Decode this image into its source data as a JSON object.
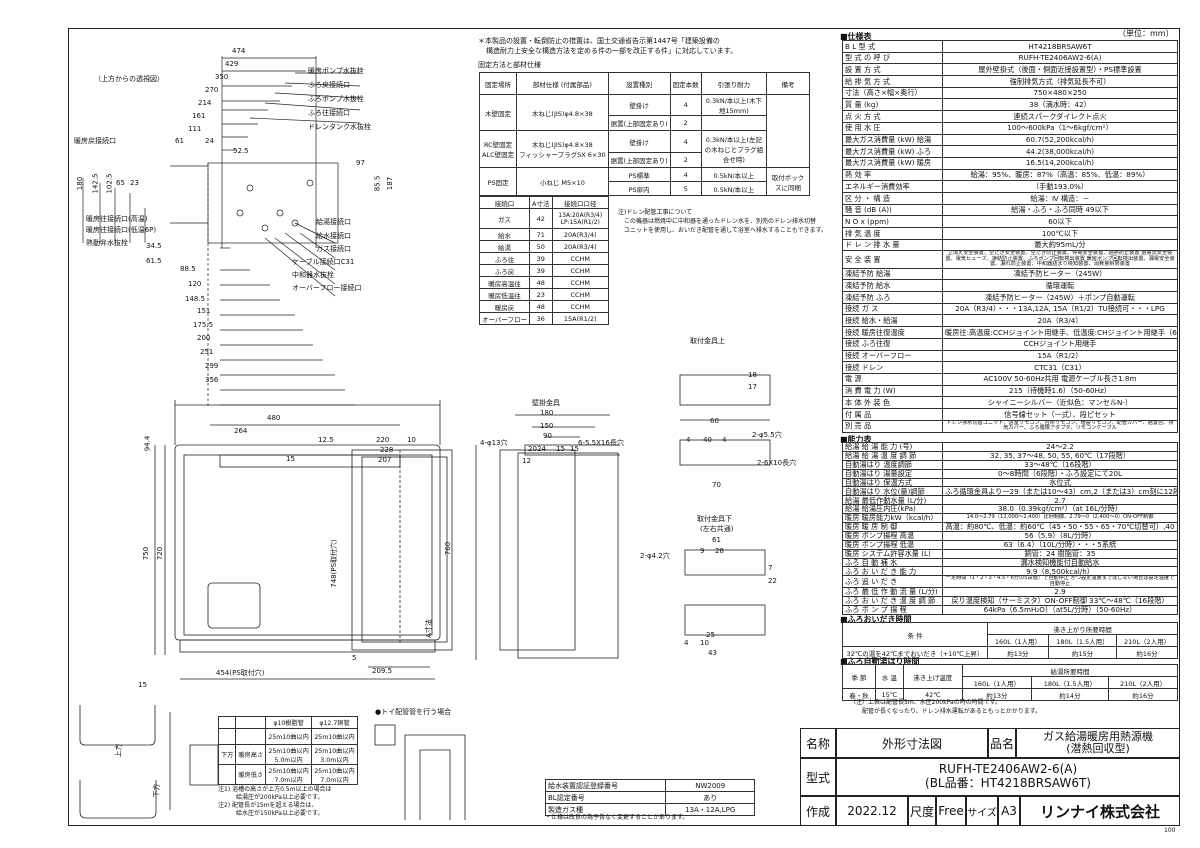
{
  "unit_note": "（単位：mm）",
  "top_notes": {
    "note1": "＊本製品の設置・転倒防止の措置は、国土交通省告示第1447号「建築設備の",
    "note2": "構造耐力上安全な構造方法を定める件の一部を改正する件」に対応しています。",
    "fixing_title": "固定方法と部材仕様"
  },
  "fixing_table": {
    "headers": [
      "固定場所",
      "部材仕様\n(付属部品)",
      "設置種別",
      "固定本数",
      "引張り耐力",
      "備考"
    ],
    "rows": [
      [
        "木壁固定",
        "木ねじ(JIS)φ4.8×38",
        "壁掛け",
        "4",
        "0.3kN/本以上(木下地15mm)",
        ""
      ],
      [
        "",
        "",
        "据置(上部固定あり)",
        "2",
        "",
        ""
      ],
      [
        "RC壁固定\nALC壁固定",
        "木ねじ(JIS)φ4.8×38\nフィッシャープラグSX 6×30",
        "壁掛け",
        "4",
        "0.3kN/本以上(左記の木ねじとプラグ組合せ時)",
        ""
      ],
      [
        "",
        "",
        "据置(上部固定あり)",
        "2",
        "",
        ""
      ],
      [
        "PS固定",
        "小ねじ M5×10",
        "PS標準",
        "4",
        "0.5kN/本以上",
        "取付ボックスに同梱"
      ],
      [
        "",
        "",
        "PS扉内",
        "5",
        "0.5kN/本以上",
        ""
      ]
    ]
  },
  "pipe_table": {
    "headers": [
      "接続口",
      "A寸法",
      "接続口口径"
    ],
    "rows": [
      [
        "ガス",
        "42",
        "13A:20A(R3/4) LP:15A(R1/2)"
      ],
      [
        "給水",
        "71",
        "20A(R3/4)"
      ],
      [
        "給湯",
        "50",
        "20A(R3/4)"
      ],
      [
        "ふろ往",
        "39",
        "CCHM"
      ],
      [
        "ふろ戻",
        "39",
        "CCHM"
      ],
      [
        "暖房高温往",
        "48",
        "CCHM"
      ],
      [
        "暖房低温往",
        "23",
        "CCHM"
      ],
      [
        "暖房戻",
        "48",
        "CCHM"
      ],
      [
        "オーバーフロー",
        "36",
        "15A(R1/2)"
      ]
    ]
  },
  "drain_note": {
    "l1": "注)ドレン配管工事について",
    "l2": "この機器は燃焼中に中和器を通ったドレン水を、別売のドレン排水切替",
    "l3": "ユニットを使用し、おいだき配管を通して浴室へ排水することもできます。"
  },
  "top_view_labels": {
    "title": "（上方からの透視図）",
    "dims": [
      "474",
      "429",
      "350",
      "270",
      "214",
      "161",
      "111",
      "61",
      "24",
      "52.5",
      "180",
      "142.5",
      "102.5",
      "65",
      "23",
      "97",
      "85.5",
      "187",
      "34.5",
      "61.5",
      "88.5",
      "120",
      "148.5",
      "151",
      "175.5",
      "200",
      "251",
      "299",
      "356"
    ],
    "callouts": [
      "暖房ポンプ水抜栓",
      "ふろ戻接続口",
      "ふろポンプ水抜栓",
      "ふろ往接続口",
      "ドレンタンク水抜栓",
      "暖房戻接続口",
      "暖房往接続口(高温)",
      "暖房往接続口(低温6P)",
      "熱動弁水抜栓",
      "給湯接続口",
      "給水接続口",
      "ガス接続口",
      "ケーブル接続口C31",
      "中和器水抜栓",
      "オーバーフロー接続口"
    ]
  },
  "front_view": {
    "dims": [
      "480",
      "264",
      "15",
      "94.4",
      "750",
      "720",
      "15",
      "454(PS取付穴)",
      "12.5",
      "220",
      "228",
      "207",
      "10",
      "748(PS取付穴)",
      "209.5",
      "5"
    ]
  },
  "side_view": {
    "dims": [
      "760",
      "A寸法"
    ]
  },
  "bracket_top": {
    "title": "壁掛金具",
    "dims": [
      "180",
      "150",
      "90",
      "4-φ13穴",
      "6-5.5X16長穴",
      "20",
      "24",
      "15",
      "15",
      "12"
    ]
  },
  "fitting_upper": {
    "title": "取付金具上",
    "dims": [
      "18",
      "17",
      "60",
      "2-φ5.5穴",
      "40",
      "4",
      "4",
      "2-6X10長穴",
      "70"
    ]
  },
  "fitting_lower": {
    "title": "取付金具下",
    "subtitle": "(左右共通)",
    "dims": [
      "61",
      "28",
      "9",
      "2-φ4.2穴",
      "7",
      "22",
      "4",
      "10",
      "25",
      "43"
    ]
  },
  "dim_table_bottom": {
    "headers": [
      "",
      "",
      "φ10樹脂管",
      "φ12.7銅管"
    ],
    "rows": [
      [
        "",
        "",
        "25m10曲以内",
        "25m10曲以内"
      ],
      [
        "下方",
        "暖房高さ",
        "25m10曲以内 5.0m以内",
        "25m10曲以内 3.0m以内"
      ],
      [
        "",
        "暖房低さ",
        "25m10曲以内 7.0m以内",
        "25m10曲以内 7.0m以内"
      ]
    ],
    "notes": [
      "注1) 浴槽の高さが上方0.5m以上の場合は",
      "給湯圧が200kPa以上必要です。",
      "注2) 配管長が15mを超える場合は、",
      "給水圧が150kPa以上必要です。"
    ],
    "side_labels": [
      "上方",
      "下方"
    ]
  },
  "toi_note": "●トイ配管管を行う場合",
  "cert_table": {
    "rows": [
      [
        "給水装置認証登録番号",
        "NW2009"
      ],
      [
        "BL認定番号",
        "あり"
      ],
      [
        "製造ガス種",
        "13A・12A,LPG"
      ]
    ],
    "foot": "・仕様は改良の為予告なく変更することがあります。"
  },
  "spec_title": "■仕様表",
  "spec_rows": [
    [
      "B L 型 式",
      "HT4218BRSAW6T"
    ],
    [
      "型 式 の 呼 び",
      "RUFH-TE2406AW2-6(A)"
    ],
    [
      "設 置 方 式",
      "屋外壁掛式（後面・側面近接設置型）・PS標準設置"
    ],
    [
      "給 排 気 方 式",
      "強制排気方式（排気延長不可）"
    ],
    [
      "寸法（高さ×幅×奥行）",
      "750×480×250"
    ],
    [
      "質 量 (kg)",
      "38（満水時：42）"
    ],
    [
      "点 火 方 式",
      "連続スパークダイレクト点火"
    ],
    [
      "使 用 水 圧",
      "100～600kPa（1～6kgf/cm²）"
    ],
    [
      "最大ガス消費量 (kW) 給湯",
      "60.7(52,200kcal/h)"
    ],
    [
      "最大ガス消費量 (kW) ふろ",
      "44.2(38,000kcal/h)"
    ],
    [
      "最大ガス消費量 (kW) 暖房",
      "16.5(14,200kcal/h)"
    ],
    [
      "熱 効 率",
      "給湯：95%、暖房：87%（高温：85%、低温：89%）"
    ],
    [
      "エネルギー消費効率",
      "（手動193.0%）"
    ],
    [
      "区 分 ・ 構 造",
      "給湯：Ⅳ 構造：－"
    ],
    [
      "騒 音 (dB (A))",
      "給湯・ふろ・ふろ同時 49以下"
    ],
    [
      "N O x (ppm)",
      "60以下"
    ],
    [
      "排 気 温 度",
      "100℃以下"
    ],
    [
      "ド レ ン 排 水 量",
      "最大約95mL/分"
    ],
    [
      "安 全 装 置",
      "立消え安全装置、空だき安全装置、空だき防止装置、停電安全装置、過熱防止装置 過電流安全装置、電気ヒューズ、凍結防止装置、ふろポンプ回転検出装置 暖房ポンプ回転検出装置、漏電安全装置、漏れ防止装置、中和器詰まり検知装置、消費量制限装置"
    ],
    [
      "凍結予防 給湯",
      "凍結予防ヒーター（245W）"
    ],
    [
      "凍結予防 給水",
      "循環運転"
    ],
    [
      "凍結予防 ふろ",
      "凍結予防ヒーター（245W）＋ポンプ自動運転"
    ],
    [
      "接続 ガ ス",
      "20A（R3/4）・・・13A,12A, 15A（R1/2）TU接続可・・・LPG"
    ],
    [
      "接続 給水・給湯",
      "20A（R3/4）"
    ],
    [
      "接続 暖房往復温度",
      "暖房往:高温度:CCHジョイント用継手、低温度:CHジョイント用継手（6P）"
    ],
    [
      "接続 ふろ往復",
      "CCHジョイント用継手"
    ],
    [
      "接続 オーバーフロー",
      "15A（R1/2）"
    ],
    [
      "接続 ドレン",
      "CTC31（C31）"
    ],
    [
      "電 源",
      "AC100V 50-60Hz共用 電源ケーブル長さ1.8m"
    ],
    [
      "消 費 電 力 (W)",
      "215（待機時1.6）（50-60Hz）"
    ],
    [
      "本 体 外 装 色",
      "シャイニーシルバー（近似色：マンセルN-）"
    ],
    [
      "付 属 品",
      "信号線セット（一式）、段ピセット"
    ],
    [
      "別 売 品",
      "ドレン排水切替ユニット、浴室リモコン、台所リモコン、増設リモコン、配管カバー、据置台、排気カバー、ふろ循環アダプタ、リモコンケーブル"
    ]
  ],
  "perf_title": "■能力表",
  "perf_rows": [
    [
      "給湯 給 湯 能 力 (号)",
      "24～2.2"
    ],
    [
      "給湯 給 湯 温 度 調 節",
      "32, 35, 37～48, 50, 55, 60℃（17段階）"
    ],
    [
      "自動湯はり 温度調節",
      "33～48℃（16段階）"
    ],
    [
      "自動湯はり 湯量設定",
      "0～8時間（6段階）・ふろ設定にて20L"
    ],
    [
      "自動湯はり 保温方式",
      "水位式"
    ],
    [
      "自動湯はり 水位(量)調節",
      "ふろ循環金具より一29（または10～43）cm,2（または3）cm刻に12段階切替"
    ],
    [
      "給湯 最低作動水量 (L/分)",
      "2.7"
    ],
    [
      "給湯 給湯圧内圧(kPa)",
      "38.0（0.39kgf/cm²）（at 16L/分時）"
    ],
    [
      "暖房 暖房能力kW（kcal/h）",
      "14.0～2.79（12,000～2,400）比例制御、2.79～0（2,400～0）ON-OFF制御"
    ],
    [
      "暖房 暖 房 制 御",
      "高温：約80℃、低温：約60℃（45・50・55・65・70℃切替可）,40"
    ],
    [
      "暖房 ポンプ揚程 高温",
      "56（5.9）（8L/分時）"
    ],
    [
      "暖房 ポンプ揚程 低温",
      "63（6.4）（10L/分時）・・・5系統"
    ],
    [
      "暖房 システム許容水量 (L)",
      "銅管：24 樹脂管：35"
    ],
    [
      "ふろ 自 動 補 水",
      "漏水検知機能付自動給水"
    ],
    [
      "ふろ お い だ き 能 力",
      "9.9（8,500kcal/h）"
    ],
    [
      "ふろ 追 い だ き",
      "一定時間（1・2・3・4.5・6分の5段階）で自動停止 かつ設定温度まで達しない場合は設定温度で自動停止"
    ],
    [
      "ふろ 最 低 作 動 流 量 (L/分)",
      "2.9"
    ],
    [
      "ふろ お い だ き 温 度 調 節",
      "戻り温度検知（サーミスタ）ON-OFF制御 33℃～48℃（16段階）"
    ],
    [
      "ふろ ポ ン プ 揚 程",
      "64kPa（6.5mH₂O）（at5L/分時）（50-60Hz）"
    ]
  ],
  "oidaki_title": "■ふろおいだき時間",
  "oidaki_table": {
    "headers": [
      "条 件",
      "沸き上がり所要時間"
    ],
    "sub": [
      "160L（1人用）",
      "180L（1.5人用）",
      "210L（2人用）"
    ],
    "row": [
      "32℃の湯を42℃までおいだき（+10℃上昇）",
      "約13分",
      "約15分",
      "約16分"
    ]
  },
  "yuhari_title": "■ふろ自動湯はり時間",
  "yuhari_table": {
    "headers": [
      "季 節",
      "水 温",
      "沸き上げ温度",
      "給湯所要時間"
    ],
    "sub": [
      "160L（1人用）",
      "180L（1.5人用）",
      "210L（2人用）"
    ],
    "row": [
      "春・秋",
      "15℃",
      "42℃",
      "約13分",
      "約14分",
      "約16分"
    ],
    "note1": "（注）上表は配管長5m、水圧200kPaの時の時間です。",
    "note2": "配管が長くなったり、ドレン排水運転があるともっとかかります。"
  },
  "title_block": {
    "name_label": "名称",
    "name_value": "外形寸法図",
    "product_label": "品名",
    "product_value_1": "ガス給湯暖房用熱源機",
    "product_value_2": "(潜熱回収型)",
    "model_label": "型式",
    "model_value_1": "RUFH-TE2406AW2-6(A)",
    "model_value_2": "(BL品番：HT4218BRSAW6T)",
    "made_label": "作成",
    "date": "2022.12",
    "scale_label": "尺度",
    "scale_value": "Free",
    "size_label": "サイズ",
    "size_value": "A3",
    "company": "リンナイ株式会社",
    "page_no": "100"
  }
}
